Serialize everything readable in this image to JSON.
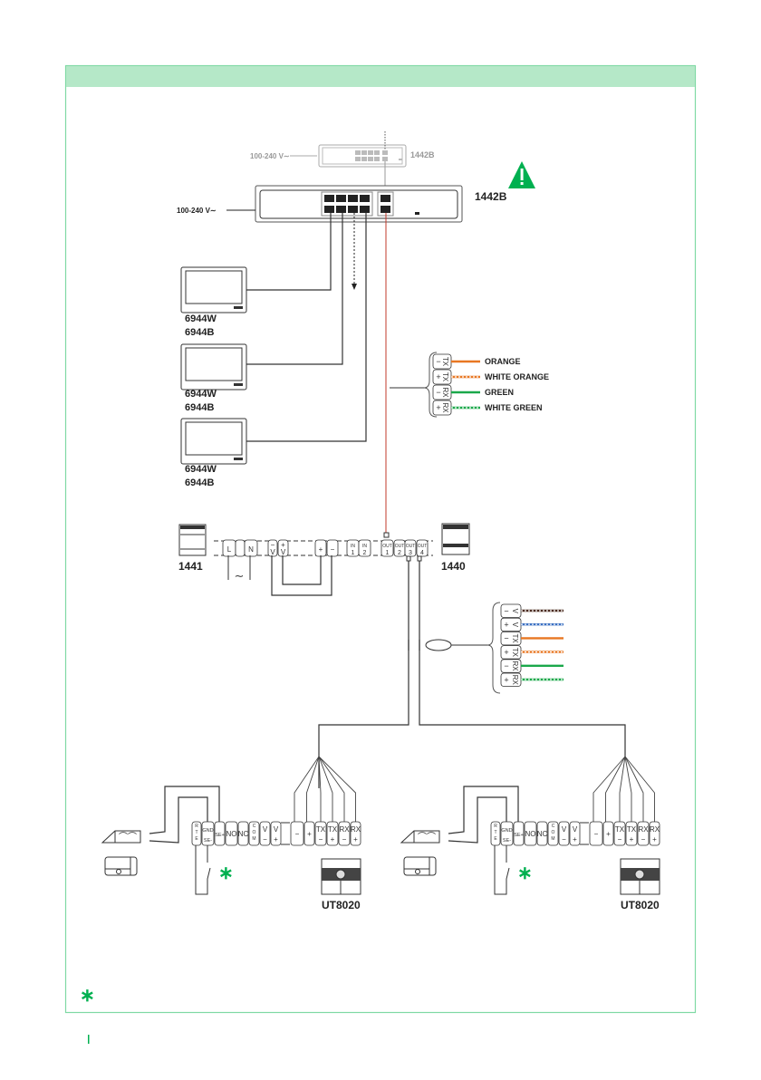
{
  "colors": {
    "frame": "#7fd9a4",
    "header": "#b5e8c8",
    "accent": "#00b050",
    "uplink": "#c0392b",
    "orange": "#e87722",
    "green": "#1aa84a",
    "brown": "#4a2a1f",
    "blue": "#3a6fc2"
  },
  "switch_top": {
    "label": "1442B",
    "power": "100-240 V∼"
  },
  "switch_main": {
    "label": "1442B",
    "power": "100-240 V∼"
  },
  "warning_icon": "warning-triangle",
  "monitors": [
    {
      "l1": "6944W",
      "l2": "6944B"
    },
    {
      "l1": "6944W",
      "l2": "6944B"
    },
    {
      "l1": "6944W",
      "l2": "6944B"
    }
  ],
  "lan_pairs": [
    {
      "sign": "−",
      "sig": "TX",
      "color": "ORANGE"
    },
    {
      "sign": "+",
      "sig": "TX",
      "color": "WHITE ORANGE"
    },
    {
      "sign": "−",
      "sig": "RX",
      "color": "GREEN"
    },
    {
      "sign": "+",
      "sig": "RX",
      "color": "WHITE GREEN"
    }
  ],
  "psu": {
    "label": "1441"
  },
  "hub": {
    "label": "1440"
  },
  "power_terminals": [
    "L",
    "",
    "N",
    "− V",
    "+ V",
    "+",
    "−",
    "IN 1",
    "IN 2",
    "OUT 1",
    "OUT 2",
    "OUT 3",
    "OUT 4"
  ],
  "mains_symbol": "∼",
  "cable_pairs": [
    {
      "sign": "−",
      "sig": "V"
    },
    {
      "sign": "+",
      "sig": "V"
    },
    {
      "sign": "−",
      "sig": "TX"
    },
    {
      "sign": "+",
      "sig": "TX"
    },
    {
      "sign": "−",
      "sig": "RX"
    },
    {
      "sign": "+",
      "sig": "RX"
    }
  ],
  "panel_terminals": [
    "R T E",
    "GND SE-",
    "SE+",
    "NO",
    "NC",
    "C O M",
    "V −",
    "V +",
    "",
    "−",
    "+",
    "TX −",
    "TX +",
    "RX −",
    "RX +"
  ],
  "panels": [
    {
      "label": "UT8020"
    },
    {
      "label": "UT8020"
    }
  ],
  "asterisk": "∗"
}
